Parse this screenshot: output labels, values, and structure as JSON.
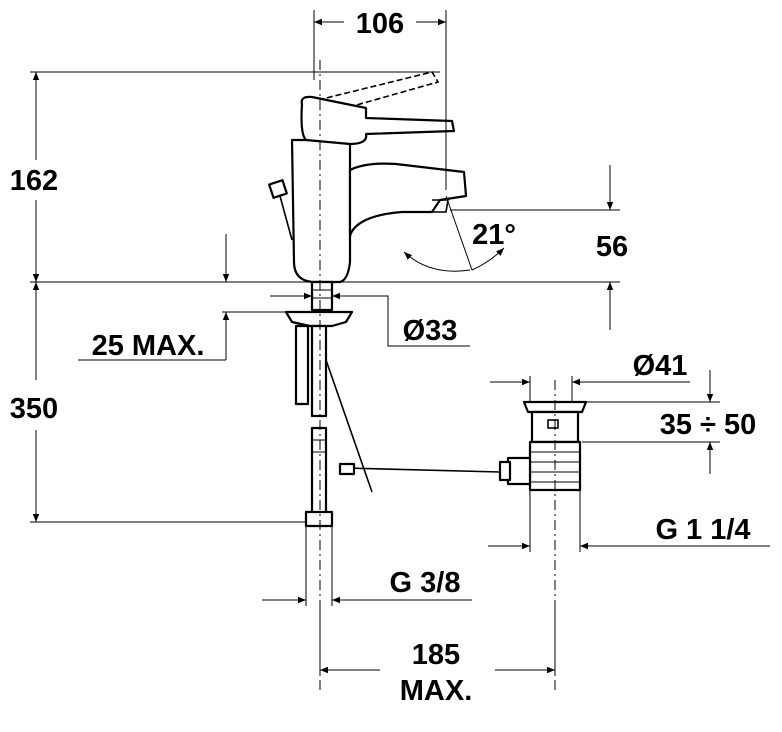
{
  "dimensions": {
    "spout_reach": "106",
    "total_height": "162",
    "spout_height": "56",
    "lever_angle": "21°",
    "deck_thickness": "25 MAX.",
    "body_diameter": "Ø33",
    "supply_hose_length": "350",
    "drain_diameter": "Ø41",
    "drain_height_range": "35 ÷ 50",
    "drain_thread": "G 1 1/4",
    "supply_thread": "G 3/8",
    "drain_offset_value": "185",
    "drain_offset_note": "MAX."
  }
}
